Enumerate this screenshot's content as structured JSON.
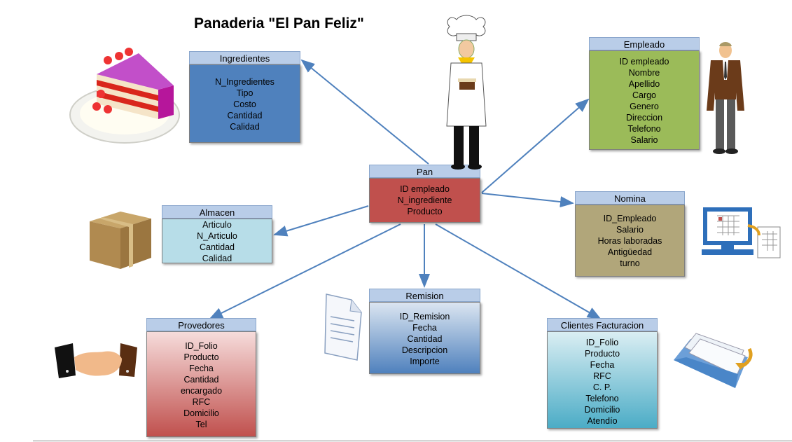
{
  "title": "Panaderia \"El Pan Feliz\"",
  "colors": {
    "header": "#b9cde8",
    "ingredientes": "#4f81bd",
    "empleado": "#9bbb59",
    "pan": "#c0504d",
    "nomina": "#b1a67a",
    "almacen": "#b7dde8",
    "arrow": "#4f81bd"
  },
  "entities": {
    "ingredientes": {
      "name": "Ingredientes",
      "fields": [
        "N_Ingredientes",
        "Tipo",
        "Costo",
        "Cantidad",
        "Calidad"
      ]
    },
    "empleado": {
      "name": "Empleado",
      "fields": [
        "ID empleado",
        "Nombre",
        "Apellido",
        "Cargo",
        "Genero",
        "Direccion",
        "Telefono",
        "Salario"
      ]
    },
    "pan": {
      "name": "Pan",
      "fields": [
        "ID empleado",
        "N_ingrediente",
        "Producto"
      ]
    },
    "nomina": {
      "name": "Nomina",
      "fields": [
        "ID_Empleado",
        "Salario",
        "Horas laboradas",
        "Antigüedad",
        "turno"
      ]
    },
    "almacen": {
      "name": "Almacen",
      "fields": [
        "Articulo",
        "N_Articulo",
        "Cantidad",
        "Calidad"
      ]
    },
    "remision": {
      "name": "Remision",
      "fields": [
        "ID_Remision",
        "Fecha",
        "Cantidad",
        "Descripcion",
        "Importe"
      ]
    },
    "provedores": {
      "name": "Provedores",
      "fields": [
        "ID_Folio",
        "Producto",
        "Fecha",
        "Cantidad",
        "encargado",
        "RFC",
        "Domicilio",
        "Tel"
      ]
    },
    "clientes": {
      "name": "Clientes Facturacion",
      "fields": [
        "ID_Folio",
        "Producto",
        "Fecha",
        "RFC",
        "C. P.",
        "Telefono",
        "Domicilio",
        "Atendío"
      ]
    }
  },
  "icons": [
    "cake-icon",
    "chef-icon",
    "businessman-icon",
    "box-icon",
    "computer-spreadsheet-icon",
    "document-icon",
    "handshake-icon",
    "folder-icon"
  ]
}
